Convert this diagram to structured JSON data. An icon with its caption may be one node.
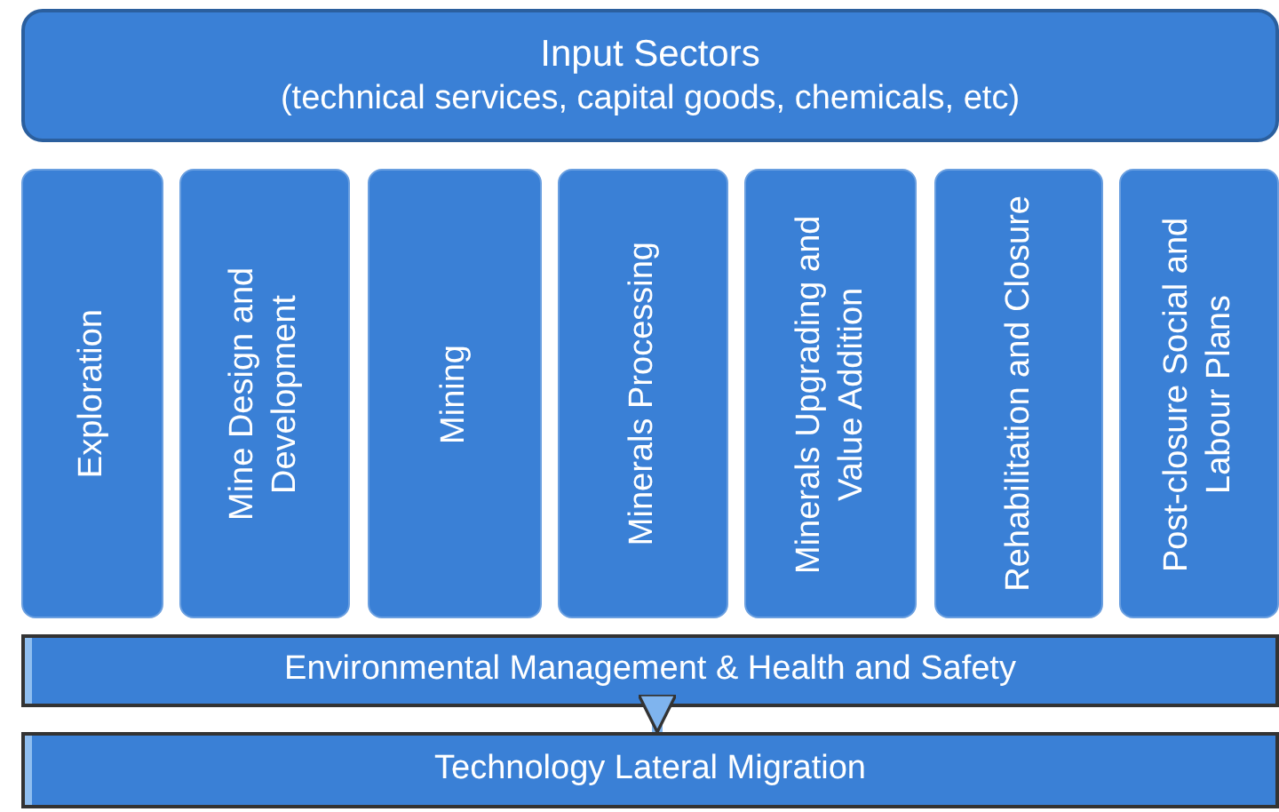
{
  "diagram": {
    "nodes": [
      {
        "text": [
          "Input Sectors",
          "(technical services, capital goods, chemicals, etc)"
        ]
      },
      {
        "text": [
          "Exploration"
        ]
      },
      {
        "text": [
          "Mine Design and Development"
        ]
      },
      {
        "text": [
          "Mining"
        ]
      },
      {
        "text": [
          "Minerals Processing"
        ]
      },
      {
        "text": [
          "Minerals Upgrading and Value Addition"
        ]
      },
      {
        "text": [
          "Rehabilitation and Closure"
        ]
      },
      {
        "text": [
          "Post-closure Social and Labour Plans"
        ]
      },
      {
        "text": [
          "Environmental Management & Health and Safety"
        ]
      },
      {
        "text": [
          "Technology Lateral Migration"
        ]
      }
    ],
    "edges": [
      {
        "from": 8,
        "to": 9,
        "arrow": "to"
      }
    ]
  }
}
